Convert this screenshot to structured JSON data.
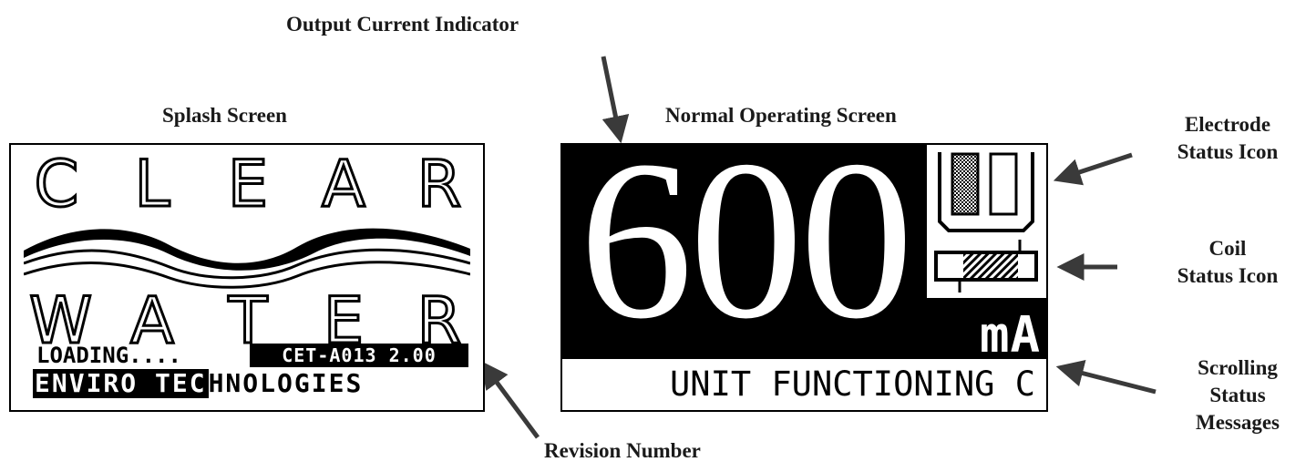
{
  "labels": {
    "output_current_indicator": "Output Current Indicator",
    "splash_screen": "Splash Screen",
    "normal_operating_screen": "Normal Operating Screen",
    "electrode_status_icon_line1": "Electrode",
    "electrode_status_icon_line2": "Status Icon",
    "coil_status_icon_line1": "Coil",
    "coil_status_icon_line2": "Status Icon",
    "scrolling_line1": "Scrolling",
    "scrolling_line2": "Status",
    "scrolling_line3": "Messages",
    "revision_number": "Revision Number"
  },
  "splash": {
    "letters_top": [
      "C",
      "L",
      "E",
      "A",
      "R"
    ],
    "letters_bottom": [
      "W",
      "A",
      "T",
      "E",
      "R"
    ],
    "loading": "LOADING....",
    "revision": "CET-A013 2.00",
    "company_highlight": "ENVIRO TEC",
    "company_rest": "HNOLOGIES"
  },
  "operating": {
    "current_value": "600",
    "unit": "mA",
    "status_message": "UNIT FUNCTIONING C"
  },
  "colors": {
    "lcd_dark": "#000000",
    "lcd_light": "#ffffff",
    "label_text": "#1a1a1a",
    "arrow": "#3a3a3a"
  }
}
